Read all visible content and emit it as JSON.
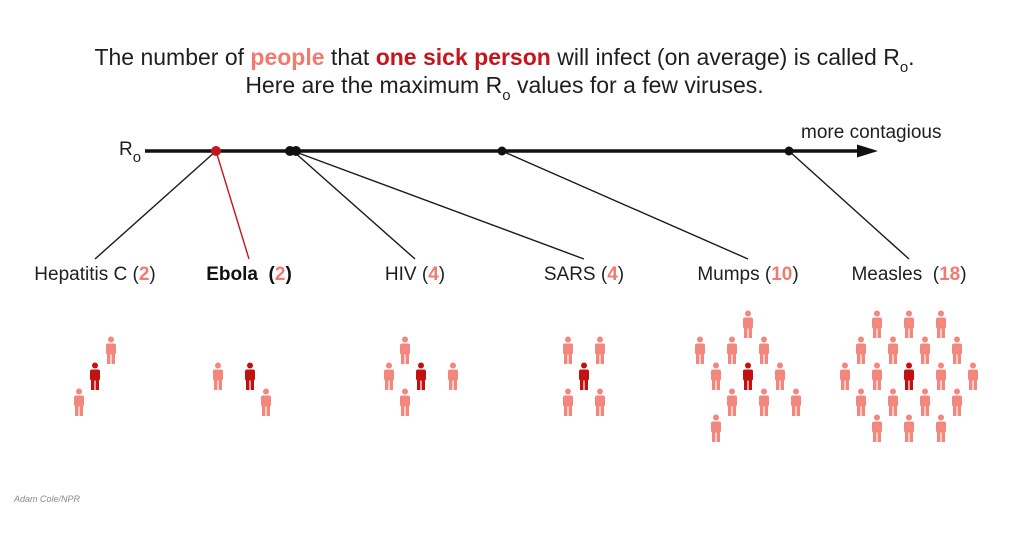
{
  "title": {
    "p1": "The number of ",
    "people": "people",
    "p2": " that ",
    "sick": "one sick person",
    "p3": " will infect (on average) is called R",
    "sub": "o",
    "p4": ".",
    "line2a": "Here are the maximum R",
    "line2sub": "o",
    "line2b": " values for a few viruses."
  },
  "axis": {
    "label": "R",
    "label_sub": "o",
    "direction_label": "more contagious"
  },
  "colors": {
    "highlight": "#f07b6e",
    "dark_red": "#c4161c",
    "person_light": "#f4877d",
    "person_dark": "#c21111",
    "line": "#1a1a1a"
  },
  "viruses": [
    {
      "name": "Hepatitis C",
      "open": " (",
      "r0": "2",
      "close": ")",
      "bold": false,
      "highlight": false
    },
    {
      "name": "Ebola",
      "open": "  (",
      "r0": "2",
      "close": ")",
      "bold": true,
      "highlight": true
    },
    {
      "name": "HIV",
      "open": " (",
      "r0": "4",
      "close": ")",
      "bold": false,
      "highlight": false
    },
    {
      "name": "SARS",
      "open": " (",
      "r0": "4",
      "close": ")",
      "bold": false,
      "highlight": false
    },
    {
      "name": "Mumps",
      "open": " (",
      "r0": "10",
      "close": ")",
      "bold": false,
      "highlight": false
    },
    {
      "name": "Measles",
      "open": "  (",
      "r0": "18",
      "close": ")",
      "bold": false,
      "highlight": false
    }
  ],
  "credit": "Adam Cole/NPR"
}
